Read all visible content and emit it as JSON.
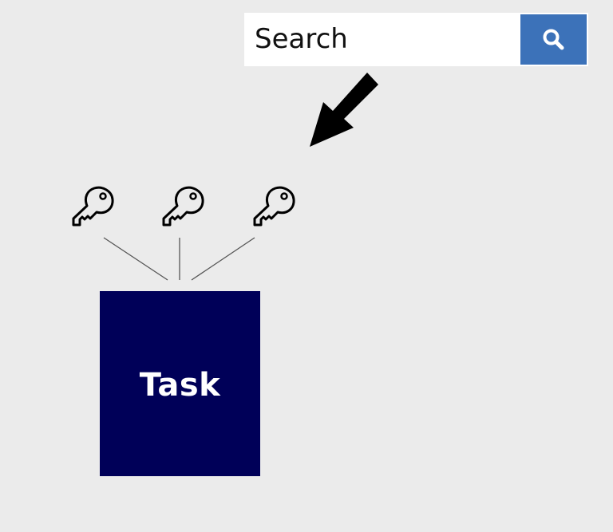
{
  "search": {
    "placeholder": "Search",
    "value": "Search",
    "button_icon": "search-icon",
    "button_color": "#3c72b9"
  },
  "diagram": {
    "arrow_icon": "arrow-down-left-icon",
    "keys": [
      {
        "icon": "key-icon"
      },
      {
        "icon": "key-icon"
      },
      {
        "icon": "key-icon"
      }
    ],
    "task": {
      "label": "Task",
      "color": "#000058"
    }
  }
}
